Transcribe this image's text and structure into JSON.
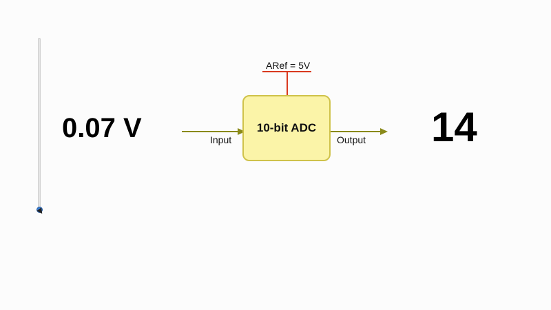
{
  "readout": {
    "voltage": "0.07 V",
    "output_value": "14"
  },
  "slider": {
    "level_fraction": 0.014
  },
  "diagram": {
    "adc_label": "10-bit ADC",
    "aref_label": "ARef = 5V",
    "input_label": "Input",
    "output_label": "Output"
  },
  "colors": {
    "background": "#fcfcfc",
    "adc_fill": "#fbf4a8",
    "adc_border": "#cfc24a",
    "signal_line": "#8a8a1a",
    "aref_line": "#d9391f",
    "slider_thumb": "#3b82d6"
  }
}
